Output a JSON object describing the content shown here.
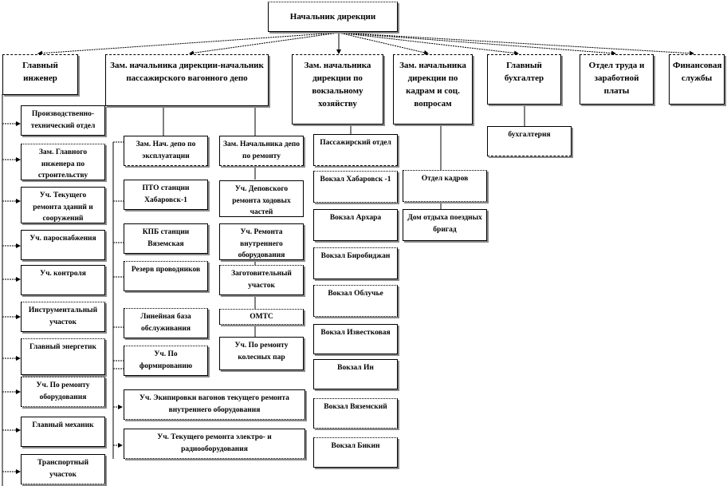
{
  "diagram": {
    "root": "Начальник дирекции",
    "level1": [
      "Главный инженер",
      "Зам. начальника дирекции-начальник пассажирского вагонного депо",
      "Зам. начальника дирекции по вокзальному хозяйству",
      "Зам. начальника дирекции по кадрам и соц. вопросам",
      "Главный бухгалтер",
      "Отдел труда и заработной платы",
      "Финансовая службы"
    ],
    "chief_engineer_units": [
      "Производственно-технический отдел",
      "Зам. Главного инженера по строительству",
      "Уч. Текущего ремонта зданий и сооружений",
      "Уч. пароснабжения",
      "Уч. контроля",
      "Инструментальный участок",
      "Главный энергетик",
      "Уч. По ремонту оборудования",
      "Главный механик",
      "Транспортный участок"
    ],
    "depot_operations": {
      "head": "Зам. Нач. депо по эксплуатации",
      "units": [
        "ПТО станции Хабаровск-1",
        "КПБ станции Вяземская",
        "Резерв проводников",
        "Линейная база обслуживания",
        "Уч. По формированию"
      ]
    },
    "depot_repair": {
      "head": "Зам. Начальника депо по ремонту",
      "units": [
        "Уч. Деповского ремонта ходовых частей",
        "Уч. Ремонта внутреннего оборудования",
        "Заготовительный участок",
        "ОМТС",
        "Уч. По ремонту колесных пар"
      ]
    },
    "depot_wide": [
      "Уч. Экипировки вагонов текущего ремонта внутреннего оборудования",
      "Уч. Текущего ремонта электро- и радиооборудования"
    ],
    "stations": [
      "Пассажирский отдел",
      "Вокзал Хабаровск -1",
      "Вокзал Архара",
      "Вокзал Биробиджан",
      "Вокзал Облучье",
      "Вокзал Известковая",
      "Вокзал Ин",
      "Вокзал Вяземский",
      "Вокзал Бикин"
    ],
    "personnel_units": [
      "Отдел кадров",
      "Дом отдыха поездных бригад"
    ],
    "accounting_units": [
      "бухгалтерия"
    ]
  }
}
